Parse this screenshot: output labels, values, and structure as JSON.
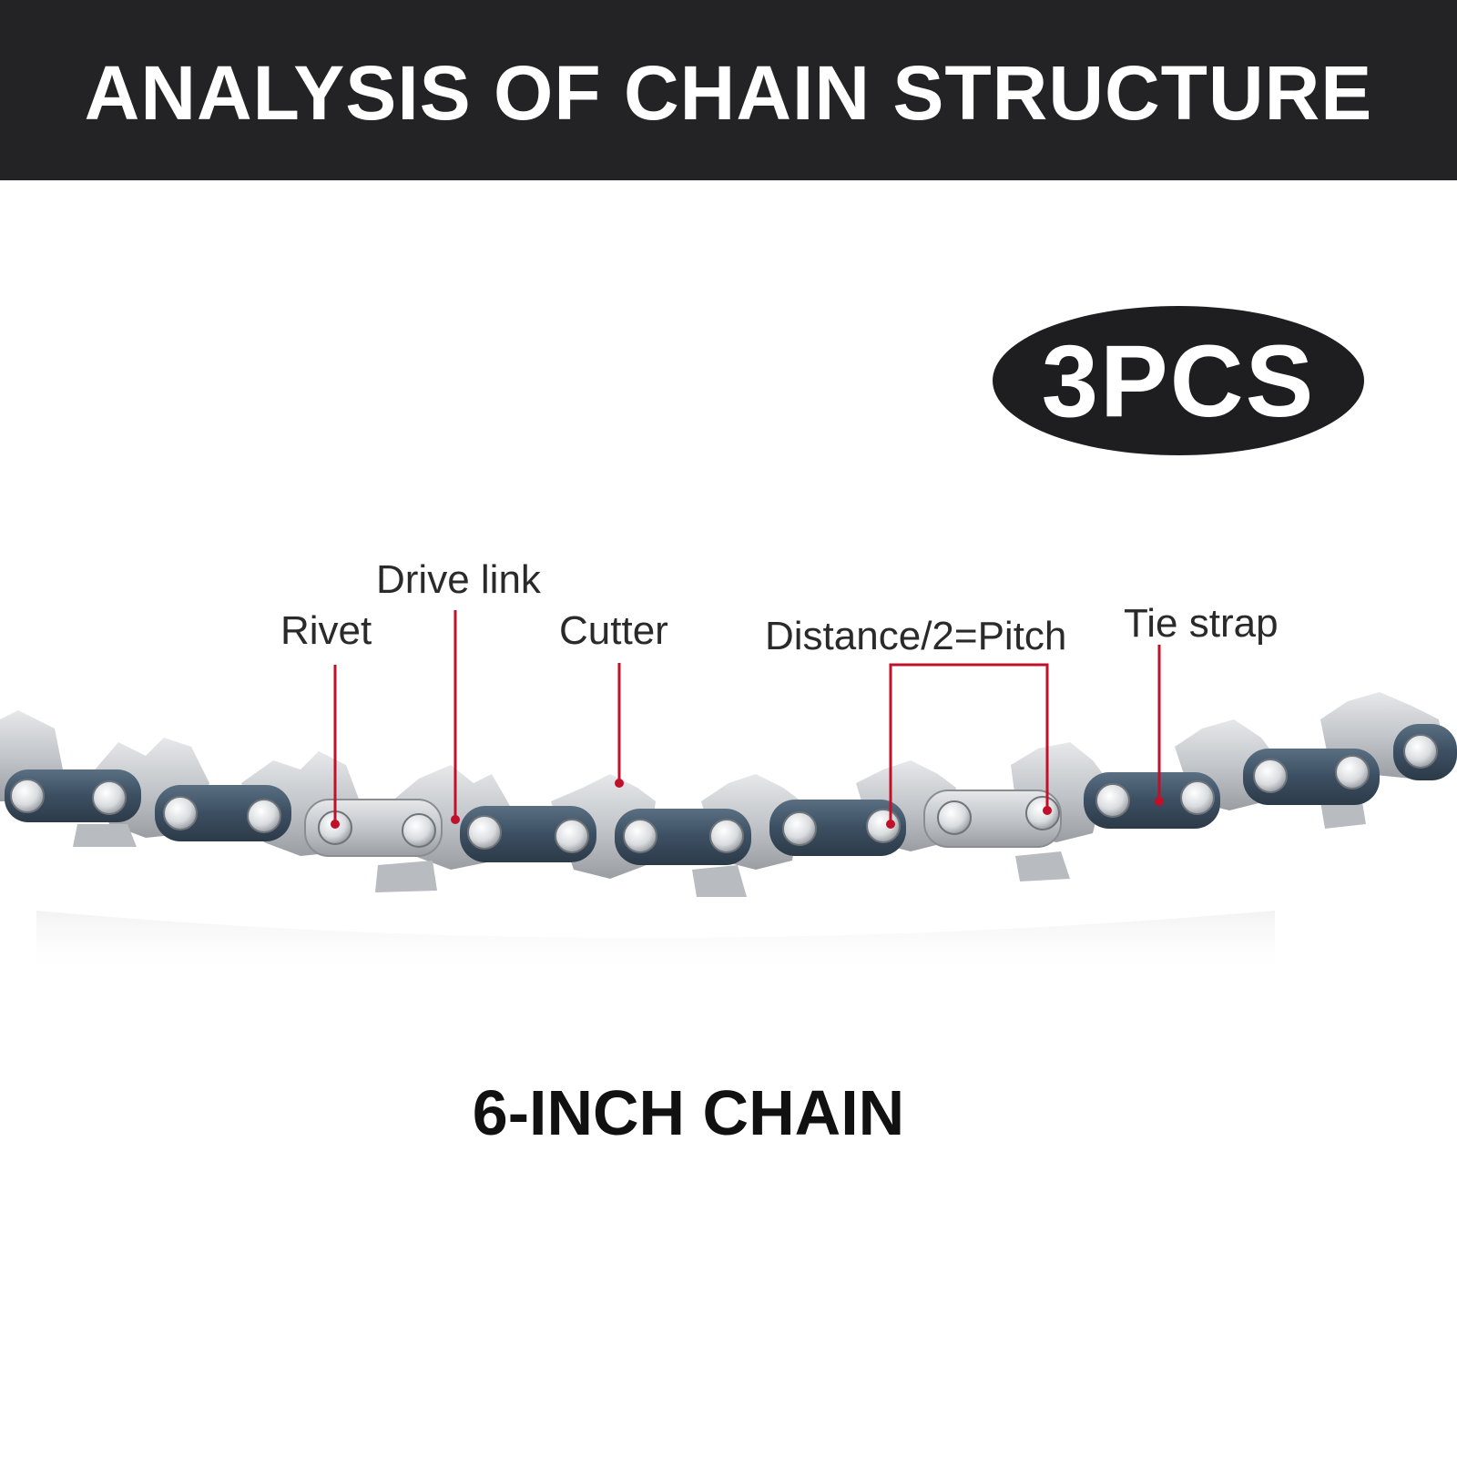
{
  "header": {
    "title": "ANALYSIS OF CHAIN STRUCTURE"
  },
  "badge": {
    "text": "3PCS"
  },
  "callouts": {
    "drive_link": "Drive link",
    "rivet": "Rivet",
    "cutter": "Cutter",
    "pitch": "Distance/2=Pitch",
    "tie_strap": "Tie strap"
  },
  "caption": "6-INCH CHAIN",
  "colors": {
    "header_bg": "#232325",
    "badge_bg": "#1e1e20",
    "leader_line": "#c0102a",
    "cutter_steel": "#c9ccd0",
    "link_blue": "#3f5366",
    "rivet": "#e4e6e8"
  }
}
